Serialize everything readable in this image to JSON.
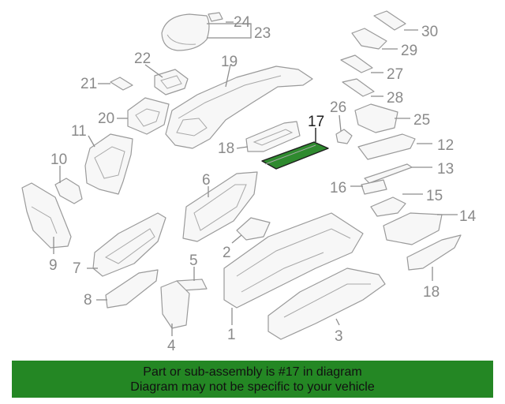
{
  "callouts": {
    "c1": "1",
    "c2": "2",
    "c3": "3",
    "c4": "4",
    "c5": "5",
    "c6": "6",
    "c7": "7",
    "c8": "8",
    "c9": "9",
    "c10": "10",
    "c11": "11",
    "c12": "12",
    "c13": "13",
    "c14": "14",
    "c15": "15",
    "c16": "16",
    "c17": "17",
    "c18a": "18",
    "c18b": "18",
    "c19": "19",
    "c20": "20",
    "c21": "21",
    "c22": "22",
    "c23": "23",
    "c24": "24",
    "c25": "25",
    "c26": "26",
    "c27": "27",
    "c28": "28",
    "c29": "29",
    "c30": "30"
  },
  "highlight": {
    "part": "17",
    "color": "#2f8a2f"
  },
  "banner": {
    "line1": "Part or sub-assembly is #17 in diagram",
    "line2": "Diagram may not be specific to your vehicle",
    "color": "#248724"
  }
}
